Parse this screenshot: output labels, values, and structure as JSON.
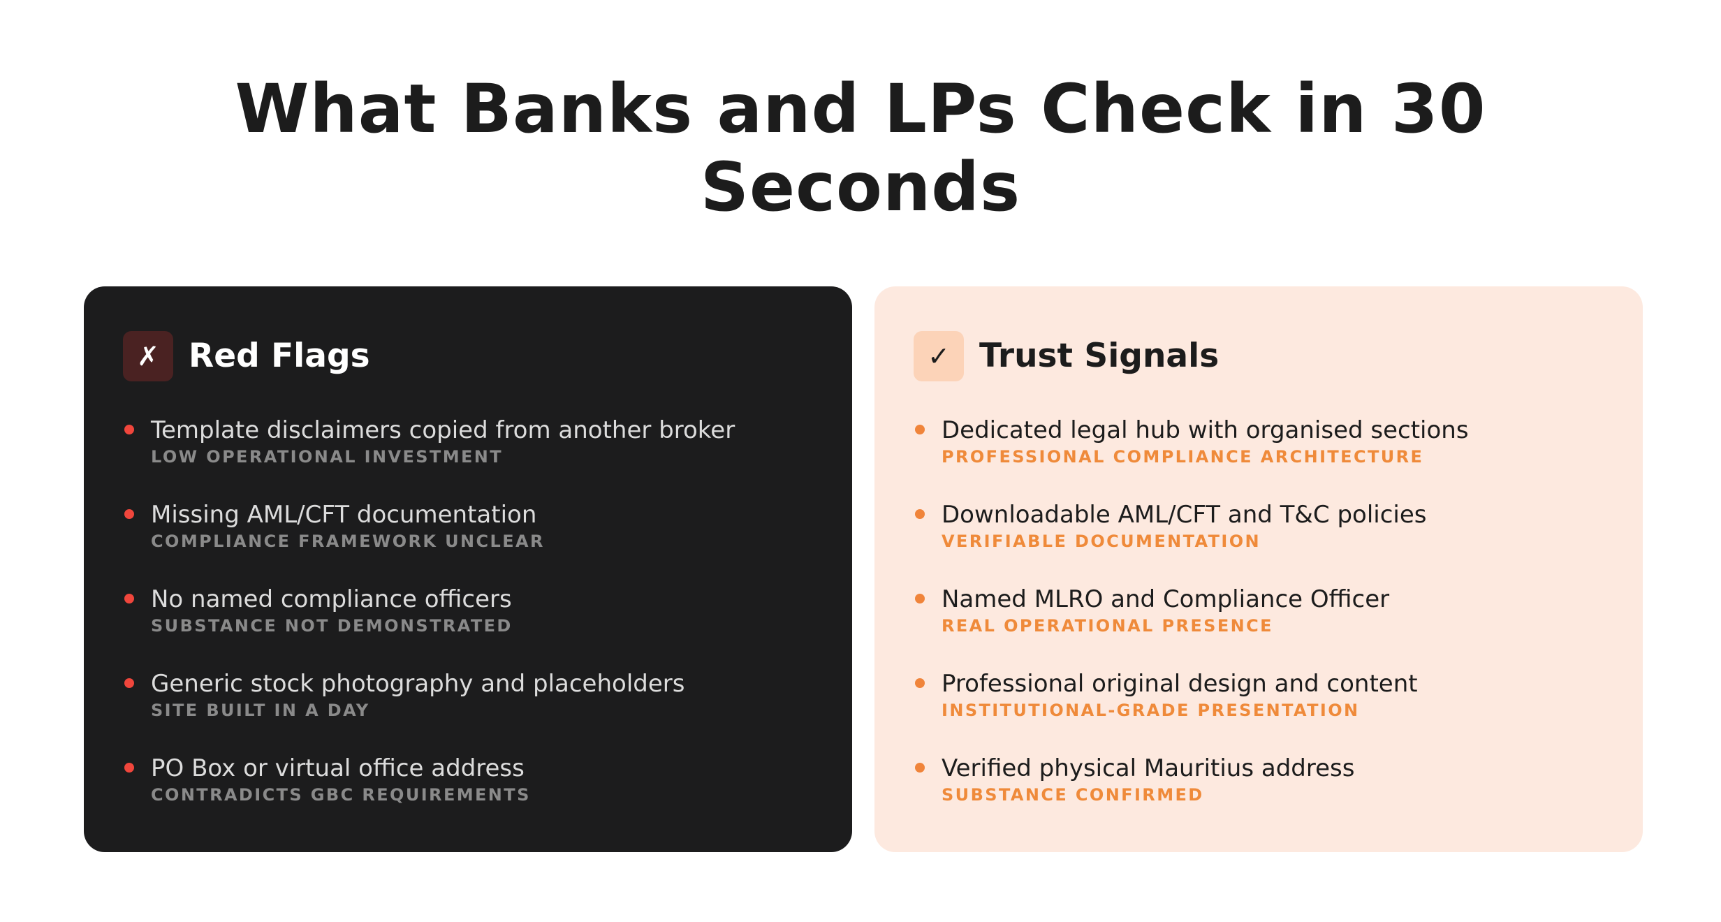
{
  "title": "What Banks and LPs Check in 30 Seconds",
  "red_flags": {
    "icon": "cross-mark-icon",
    "icon_glyph": "✗",
    "title": "Red Flags",
    "items": [
      {
        "text": "Template disclaimers copied from another broker",
        "sub": "LOW OPERATIONAL INVESTMENT"
      },
      {
        "text": "Missing AML/CFT documentation",
        "sub": "COMPLIANCE FRAMEWORK UNCLEAR"
      },
      {
        "text": "No named compliance officers",
        "sub": "SUBSTANCE NOT DEMONSTRATED"
      },
      {
        "text": "Generic stock photography and placeholders",
        "sub": "SITE BUILT IN A DAY"
      },
      {
        "text": "PO Box or virtual office address",
        "sub": "CONTRADICTS GBC REQUIREMENTS"
      }
    ]
  },
  "trust_signals": {
    "icon": "check-mark-icon",
    "icon_glyph": "✓",
    "title": "Trust Signals",
    "items": [
      {
        "text": "Dedicated legal hub with organised sections",
        "sub": "PROFESSIONAL COMPLIANCE ARCHITECTURE"
      },
      {
        "text": "Downloadable AML/CFT and T&C policies",
        "sub": "VERIFIABLE DOCUMENTATION"
      },
      {
        "text": "Named MLRO and Compliance Officer",
        "sub": "REAL OPERATIONAL PRESENCE"
      },
      {
        "text": "Professional original design and content",
        "sub": "INSTITUTIONAL-GRADE PRESENTATION"
      },
      {
        "text": "Verified physical Mauritius address",
        "sub": "SUBSTANCE CONFIRMED"
      }
    ]
  },
  "colors": {
    "red_card_bg": "#1c1c1d",
    "trust_card_bg": "#fde9df",
    "red_bullet": "#f0463c",
    "trust_accent": "#ef8a3a",
    "title_text": "#1c1c1c"
  }
}
